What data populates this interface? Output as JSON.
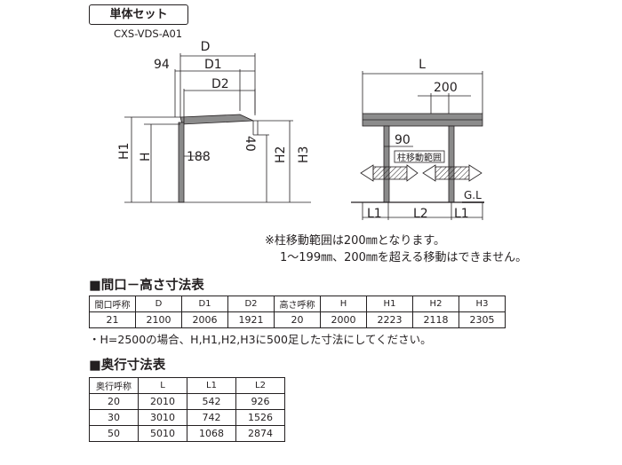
{
  "badge": "単体セット",
  "model": "CXS-VDS-A01",
  "side_view": {
    "label_D": "D",
    "label_94": "94",
    "label_D1": "D1",
    "label_D2": "D2",
    "label_40": "40",
    "label_188": "188",
    "label_H1": "H1",
    "label_H": "H",
    "label_H2": "H2",
    "label_H3": "H3"
  },
  "front_view": {
    "label_L": "L",
    "label_200": "200",
    "label_90": "90",
    "range_label": "柱移動範囲",
    "ground": "G.L",
    "label_L1_left": "L1",
    "label_L2": "L2",
    "label_L1_right": "L1"
  },
  "notes": {
    "line1": "※柱移動範囲は200㎜となります。",
    "line2": "1～199㎜、200㎜を超える移動はできません。"
  },
  "table1": {
    "title": "■間口－高さ寸法表",
    "headers": [
      "間口呼称",
      "D",
      "D1",
      "D2",
      "高さ呼称",
      "H",
      "H1",
      "H2",
      "H3"
    ],
    "rows": [
      [
        "21",
        "2100",
        "2006",
        "1921",
        "20",
        "2000",
        "2223",
        "2118",
        "2305"
      ]
    ]
  },
  "h_note": "・H=2500の場合、H,H1,H2,H3に500足した寸法にしてください。",
  "table2": {
    "title": "■奥行寸法表",
    "headers": [
      "奥行呼称",
      "L",
      "L1",
      "L2"
    ],
    "rows": [
      [
        "20",
        "2010",
        "542",
        "926"
      ],
      [
        "30",
        "3010",
        "742",
        "1526"
      ],
      [
        "50",
        "5010",
        "1068",
        "2874"
      ]
    ]
  }
}
